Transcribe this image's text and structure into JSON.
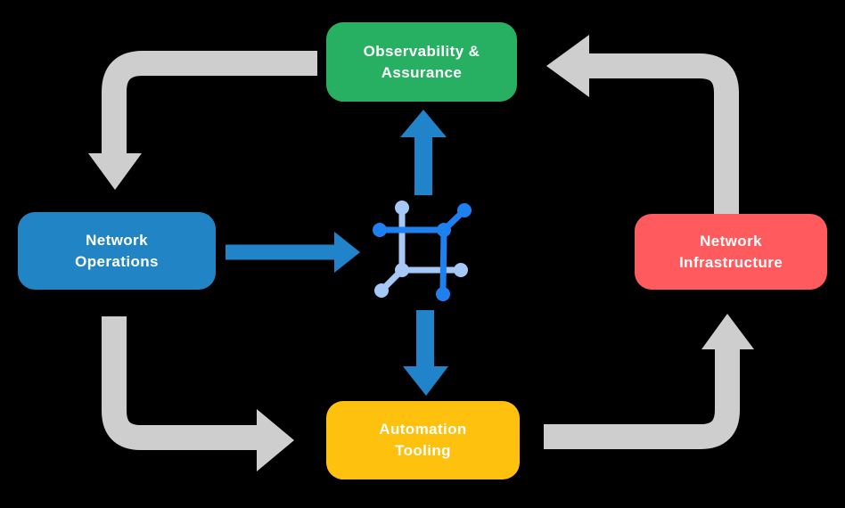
{
  "diagram": {
    "background_color": "#000000",
    "text_color": "#ffffff",
    "nodes": {
      "observability": {
        "label": "Observability &\nAssurance",
        "color": "#27b061"
      },
      "operations": {
        "label": "Network\nOperations",
        "color": "#2185c5"
      },
      "infrastructure": {
        "label": "Network\nInfrastructure",
        "color": "#ff5b5e"
      },
      "automation": {
        "label": "Automation\nTooling",
        "color": "#fec10d"
      }
    },
    "center_icon": {
      "name": "network-automation-icon",
      "dark_color": "#1f80f0",
      "light_color": "#a6c8f7"
    },
    "arrows": {
      "gray_color": "#cecece",
      "blue_color": "#2183c9",
      "flows": [
        {
          "from": "observability",
          "to": "operations",
          "style": "gray"
        },
        {
          "from": "operations",
          "to": "automation",
          "style": "gray"
        },
        {
          "from": "automation",
          "to": "infrastructure",
          "style": "gray"
        },
        {
          "from": "infrastructure",
          "to": "observability",
          "style": "gray"
        },
        {
          "from": "operations",
          "to": "center-icon",
          "style": "blue"
        },
        {
          "from": "center-icon",
          "to": "observability",
          "style": "blue"
        },
        {
          "from": "center-icon",
          "to": "automation",
          "style": "blue"
        }
      ]
    }
  }
}
